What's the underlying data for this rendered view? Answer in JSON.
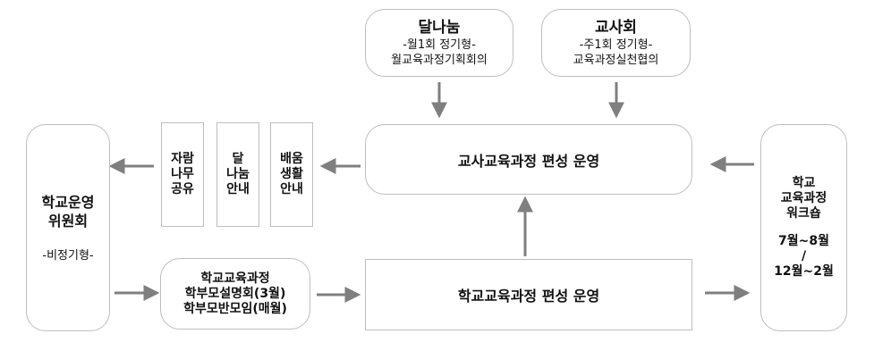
{
  "dalnanum": {
    "title": "달나눔",
    "line1": "-월1회 정기형-",
    "line2": "월교육과정기획회의"
  },
  "teacher_council": {
    "title": "교사회",
    "line1": "-주1회 정기형-",
    "line2": "교육과정실천협의"
  },
  "teacher_curriculum": "교사교육과정 편성 운영",
  "school_curriculum": "학교교육과정 편성 운영",
  "committee": {
    "title_line1": "학교운영",
    "title_line2": "위원회",
    "note": "-비정기형-"
  },
  "workshop": {
    "line1": "학교",
    "line2": "교육과정",
    "line3": "워크숍",
    "period1": "7월~8월",
    "separator": "/",
    "period2": "12월~2월"
  },
  "small_boxes": [
    {
      "text": "자람\n나무\n공유"
    },
    {
      "text": "달\n나눔\n안내"
    },
    {
      "text": "배움\n생활\n안내"
    }
  ],
  "parent_meeting": {
    "line1": "학교교육과정",
    "line2": "학부모설명회(3월)",
    "line3": "학부모반모임(매월)"
  },
  "colors": {
    "arrow": "#7f7f7f",
    "border": "#bdbdbd"
  }
}
